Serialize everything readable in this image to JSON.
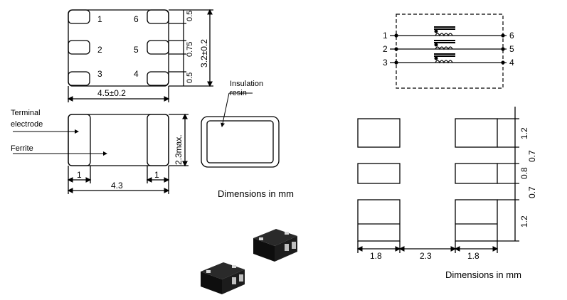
{
  "top_view": {
    "pins": [
      "1",
      "2",
      "3",
      "6",
      "5",
      "4"
    ],
    "dim_width": "4.5±0.2",
    "dim_height": "3.2±0.2",
    "dim_pitch_a": "0.5",
    "dim_pitch_b": "0.75",
    "dim_pitch_c": "0.5"
  },
  "side_view": {
    "label_terminal_1": "Terminal",
    "label_terminal_2": "electrode",
    "label_ferrite": "Ferrite",
    "dim_height": "2.3max.",
    "dim_left_terminal": "1",
    "dim_right_terminal": "1",
    "dim_length": "4.3"
  },
  "end_view": {
    "label_insulation_1": "Insulation",
    "label_insulation_2": "resin"
  },
  "caption_left": "Dimensions in mm",
  "schematic": {
    "pins_left": [
      "1",
      "2",
      "3"
    ],
    "pins_right": [
      "6",
      "5",
      "4"
    ]
  },
  "land_pattern": {
    "dim_x": [
      "1.8",
      "2.3",
      "1.8"
    ],
    "dim_y": [
      "1.2",
      "0.7",
      "0.8",
      "0.7",
      "1.2"
    ]
  },
  "caption_right": "Dimensions in mm",
  "colors": {
    "line": "#000000",
    "fill_body": "#ffffff",
    "chip_body": "#111111",
    "chip_terminal": "#d8d8d8"
  }
}
